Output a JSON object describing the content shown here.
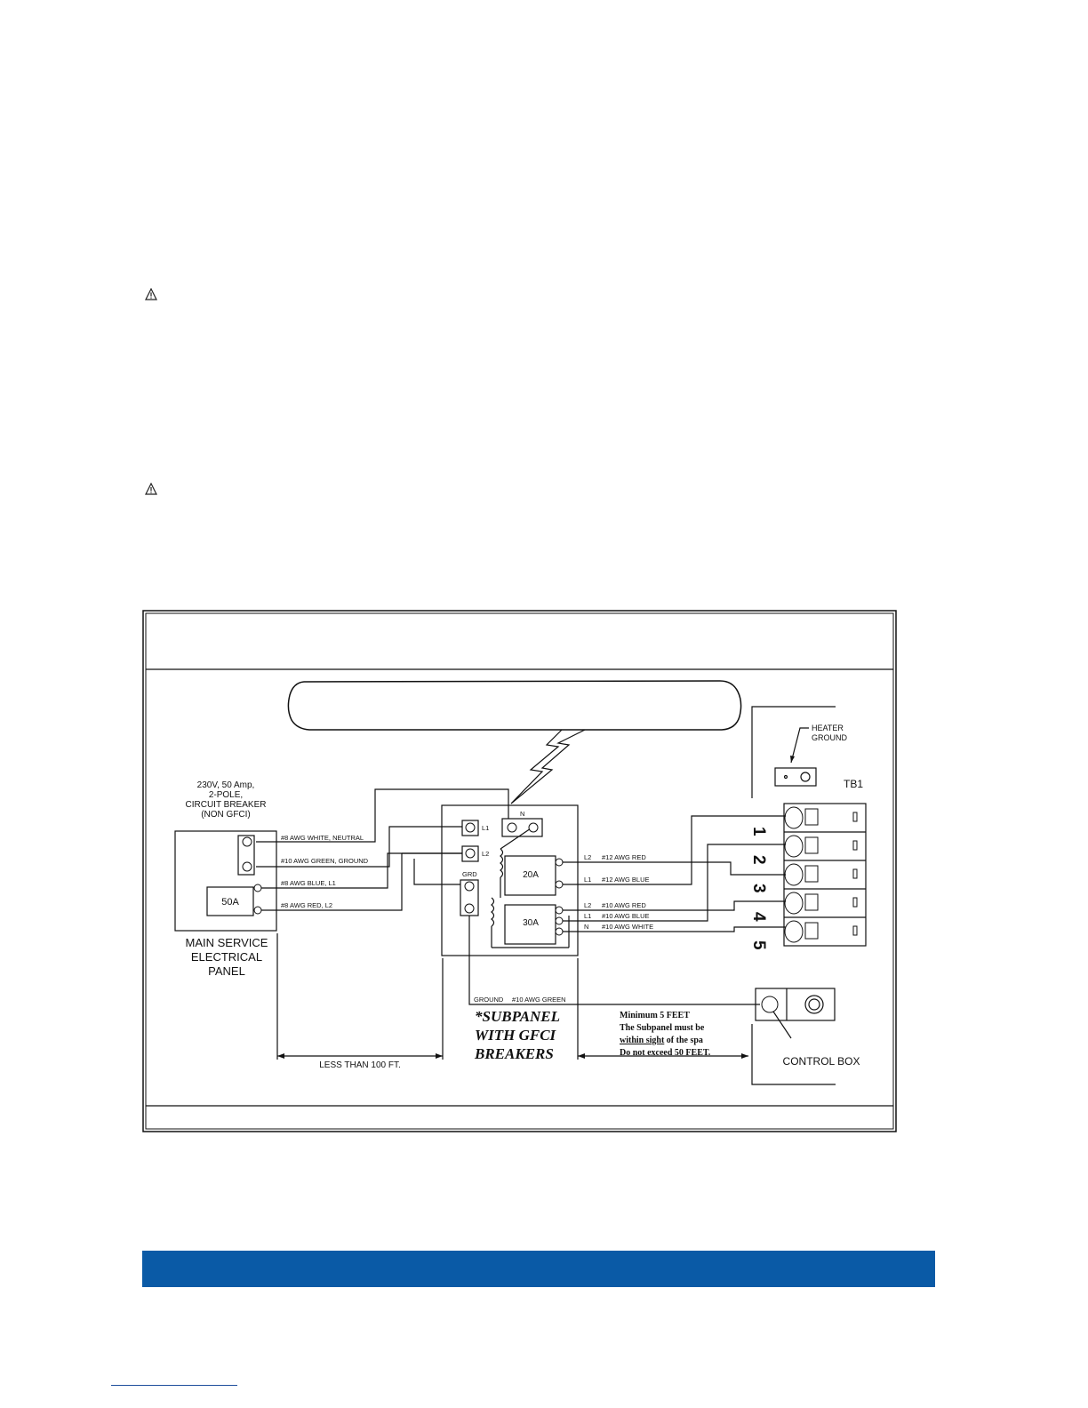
{
  "colors": {
    "footer_bar": "#0a5aa6",
    "line": "#111111"
  },
  "icons": [
    "warning-icon",
    "warning-icon",
    "lightning-icon",
    "ground-lug-icon",
    "screw-terminal-icon"
  ],
  "diagram": {
    "breaker_spec": [
      "230V, 50 Amp,",
      "2-POLE,",
      "CIRCUIT BREAKER",
      "(NON GFCI)"
    ],
    "main_panel_label": [
      "MAIN SERVICE",
      "ELECTRICAL",
      "PANEL"
    ],
    "main_breaker": "50A",
    "main_wires": [
      "#8 AWG WHITE, NEUTRAL",
      "#10 AWG GREEN, GROUND",
      "#8 AWG BLUE, L1",
      "#8 AWG RED, L2"
    ],
    "subpanel_terminals": {
      "l1": "L1",
      "l2": "L2",
      "n": "N",
      "grd": "GRD"
    },
    "subpanel_breakers": [
      "20A",
      "30A"
    ],
    "subpanel_wires_20a": [
      {
        "line": "L2",
        "spec": "#12 AWG RED"
      },
      {
        "line": "L1",
        "spec": "#12 AWG BLUE"
      }
    ],
    "subpanel_wires_30a": [
      {
        "line": "L2",
        "spec": "#10 AWG RED"
      },
      {
        "line": "L1",
        "spec": "#10 AWG BLUE"
      },
      {
        "line": "N",
        "spec": "#10 AWG WHITE"
      }
    ],
    "ground_wire": {
      "line": "GROUND",
      "spec": "#10 AWG GREEN"
    },
    "subpanel_label": [
      "*SUBPANEL",
      "WITH GFCI",
      "BREAKERS"
    ],
    "distance_label": "LESS THAN 100 FT.",
    "placement_note": [
      "Minimum 5 FEET",
      "The Subpanel must be",
      "within sight",
      " of the spa",
      "Do not exceed 50 FEET."
    ],
    "heater_ground": [
      "HEATER",
      "GROUND"
    ],
    "tb1": "TB1",
    "terminal_numbers": [
      "1",
      "2",
      "3",
      "4",
      "5"
    ],
    "control_box": "CONTROL BOX"
  }
}
